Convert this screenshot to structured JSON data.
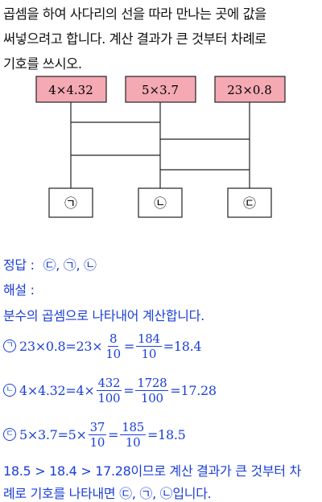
{
  "question": {
    "line1": "곱셈을 하여 사다리의 선을 따라 만나는 곳에 값을",
    "line2": "써넣으려고 합니다. 계산 결과가 큰 것부터 차례로",
    "line3": "기호를 쓰시오."
  },
  "diagram": {
    "top_boxes": [
      "4×4.32",
      "5×3.7",
      "23×0.8"
    ],
    "bottom_boxes": [
      "㉠",
      "㉡",
      "㉢"
    ],
    "colors": {
      "top_fill": "#f4a9b3",
      "line": "#222222"
    }
  },
  "answer": {
    "label": "정답 :",
    "value": "㉢, ㉠, ㉡"
  },
  "explanation": {
    "label": "해설 :",
    "intro": "분수의 곱셈으로 나타내어 계산합니다.",
    "rows": [
      {
        "mark": "㉠",
        "lhs": "23×0.8=23×",
        "f1n": "8",
        "f1d": "10",
        "f2n": "184",
        "f2d": "10",
        "result": "=18.4"
      },
      {
        "mark": "㉡",
        "lhs": "4×4.32=4×",
        "f1n": "432",
        "f1d": "100",
        "f2n": "1728",
        "f2d": "100",
        "result": "=17.28"
      },
      {
        "mark": "㉢",
        "lhs": "5×3.7=5×",
        "f1n": "37",
        "f1d": "10",
        "f2n": "185",
        "f2d": "10",
        "result": "=18.5"
      }
    ],
    "conclusion1": "18.5 > 18.4 > 17.28이므로 계산 결과가 큰 것부터 차",
    "conclusion2": "례로 기호를 나타내면 ㉢, ㉠, ㉡입니다."
  },
  "colors": {
    "explanation_text": "#1a3fd6"
  }
}
